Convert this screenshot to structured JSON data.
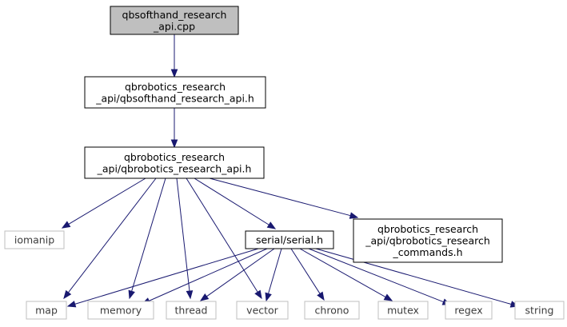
{
  "graph": {
    "colors": {
      "edge": "#191970",
      "root_fill": "#bfbfbf",
      "node_border": "#000000",
      "external_border": "#bfbfbf",
      "external_text": "#3c3c3c"
    },
    "nodes": [
      {
        "id": "root",
        "lines": [
          "qbsofthand_research",
          "_api.cpp"
        ],
        "kind": "root"
      },
      {
        "id": "softhand_h",
        "lines": [
          "qbrobotics_research",
          "_api/qbsofthand_research_api.h"
        ],
        "kind": "file"
      },
      {
        "id": "research_h",
        "lines": [
          "qbrobotics_research",
          "_api/qbrobotics_research_api.h"
        ],
        "kind": "file"
      },
      {
        "id": "iomanip",
        "lines": [
          "iomanip"
        ],
        "kind": "external"
      },
      {
        "id": "serial_h",
        "lines": [
          "serial/serial.h"
        ],
        "kind": "file"
      },
      {
        "id": "commands_h",
        "lines": [
          "qbrobotics_research",
          "_api/qbrobotics_research",
          "_commands.h"
        ],
        "kind": "file"
      },
      {
        "id": "map",
        "lines": [
          "map"
        ],
        "kind": "external"
      },
      {
        "id": "memory",
        "lines": [
          "memory"
        ],
        "kind": "external"
      },
      {
        "id": "thread",
        "lines": [
          "thread"
        ],
        "kind": "external"
      },
      {
        "id": "vector",
        "lines": [
          "vector"
        ],
        "kind": "external"
      },
      {
        "id": "chrono",
        "lines": [
          "chrono"
        ],
        "kind": "external"
      },
      {
        "id": "mutex",
        "lines": [
          "mutex"
        ],
        "kind": "external"
      },
      {
        "id": "regex",
        "lines": [
          "regex"
        ],
        "kind": "external"
      },
      {
        "id": "string",
        "lines": [
          "string"
        ],
        "kind": "external"
      }
    ],
    "edges": [
      {
        "from": "root",
        "to": "softhand_h"
      },
      {
        "from": "softhand_h",
        "to": "research_h"
      },
      {
        "from": "research_h",
        "to": "iomanip"
      },
      {
        "from": "research_h",
        "to": "map"
      },
      {
        "from": "research_h",
        "to": "memory"
      },
      {
        "from": "research_h",
        "to": "thread"
      },
      {
        "from": "research_h",
        "to": "vector"
      },
      {
        "from": "research_h",
        "to": "serial_h"
      },
      {
        "from": "research_h",
        "to": "commands_h"
      },
      {
        "from": "serial_h",
        "to": "map"
      },
      {
        "from": "serial_h",
        "to": "memory"
      },
      {
        "from": "serial_h",
        "to": "thread"
      },
      {
        "from": "serial_h",
        "to": "vector"
      },
      {
        "from": "serial_h",
        "to": "chrono"
      },
      {
        "from": "serial_h",
        "to": "mutex"
      },
      {
        "from": "serial_h",
        "to": "regex"
      },
      {
        "from": "serial_h",
        "to": "string"
      }
    ]
  }
}
